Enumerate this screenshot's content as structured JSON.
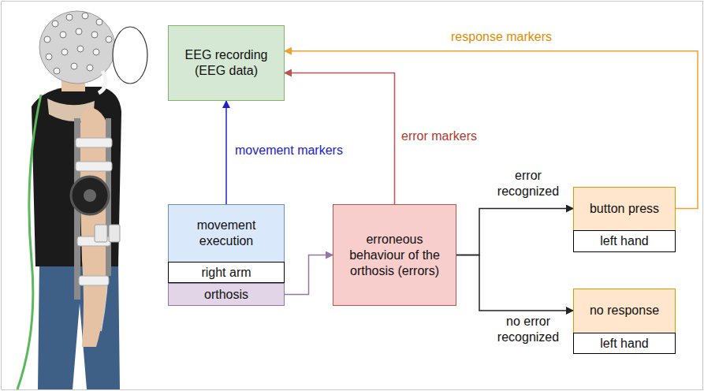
{
  "diagram": {
    "nodes": [
      {
        "text": [
          "EEG recording (EEG data)"
        ]
      },
      {
        "text": [
          "movement execution"
        ]
      },
      {
        "text": [
          "right arm"
        ],
        "in": 1
      },
      {
        "text": [
          "orthosis"
        ],
        "in": 1
      },
      {
        "text": [
          "erroneous behaviour of the orthosis (errors)"
        ]
      },
      {
        "text": [
          "button press"
        ]
      },
      {
        "text": [
          "left hand"
        ],
        "in": 5
      },
      {
        "text": [
          "no response"
        ]
      },
      {
        "text": [
          "left hand"
        ],
        "in": 7
      }
    ],
    "edges": [
      {
        "from": 1,
        "to": 0,
        "arrow": "to",
        "label": "movement markers"
      },
      {
        "from": 4,
        "to": 0,
        "arrow": "to",
        "label": "error markers"
      },
      {
        "from": 5,
        "to": 0,
        "arrow": "to",
        "label": "response markers"
      },
      {
        "from": 3,
        "to": 4,
        "arrow": "to"
      },
      {
        "from": 4,
        "to": 5,
        "arrow": "to",
        "label": "error recognized"
      },
      {
        "from": 4,
        "to": 7,
        "arrow": "to",
        "label": "no error recognized"
      }
    ]
  }
}
